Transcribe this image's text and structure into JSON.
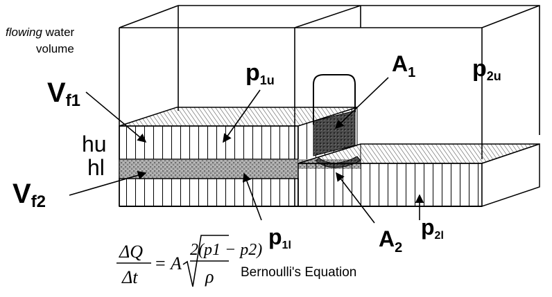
{
  "labels": {
    "flowing_word": "flowing",
    "flowing_rest": " water",
    "volume": "volume",
    "vf1_main": "V",
    "vf1_sub": "f1",
    "vf2_main": "V",
    "vf2_sub": "f2",
    "hu": "hu",
    "hl": "hl",
    "p1u_main": "p",
    "p1u_sub": "1u",
    "p2u_main": "p",
    "p2u_sub": "2u",
    "a1_main": "A",
    "a1_sub": "1",
    "a2_main": "A",
    "a2_sub": "2",
    "p1l_main": "p",
    "p1l_sub": "1l",
    "p2l_main": "p",
    "p2l_sub": "2l"
  },
  "equation": {
    "num_left": "ΔQ",
    "den_left": "Δt",
    "equals": "=",
    "coef": "A",
    "num_right": "2(p1 − p2)",
    "den_right": "ρ",
    "caption": "Bernoulli's Equation"
  },
  "colors": {
    "line": "#000000",
    "hatch_fill": "#9a9a9a",
    "dark_fill": "#4a4a4a",
    "background": "#ffffff"
  }
}
